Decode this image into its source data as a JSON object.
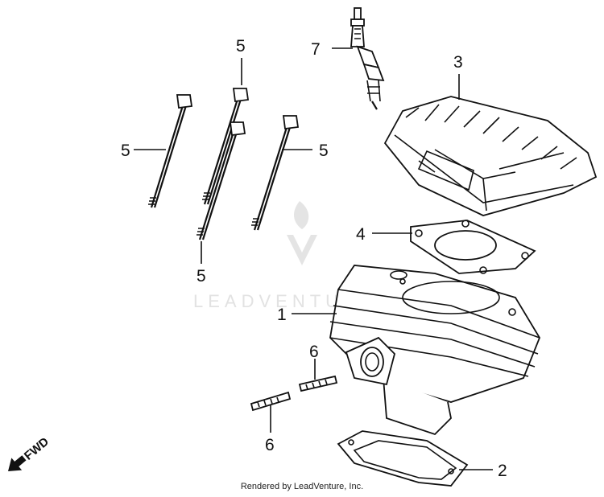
{
  "callouts": {
    "c1": "1",
    "c2": "2",
    "c3": "3",
    "c4": "4",
    "c5a": "5",
    "c5b": "5",
    "c5c": "5",
    "c5d": "5",
    "c6a": "6",
    "c6b": "6",
    "c7": "7"
  },
  "direction": {
    "label": "FWD"
  },
  "watermark": {
    "text": "LEADVENTURE"
  },
  "footer": {
    "text": "Rendered by LeadVenture, Inc."
  }
}
